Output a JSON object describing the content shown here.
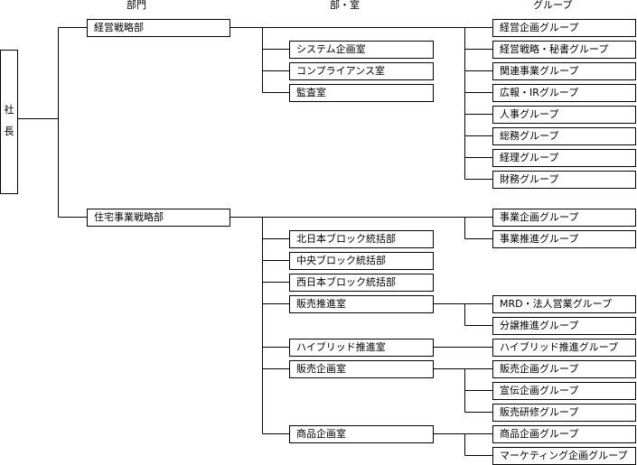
{
  "headers": {
    "divisions": "部門",
    "departments": "部・室",
    "groups": "グループ"
  },
  "president": {
    "char1": "社",
    "char2": "長"
  },
  "divisions": [
    "経営戦略部",
    "住宅事業戦略部"
  ],
  "departments": [
    "システム企画室",
    "コンプライアンス室",
    "監査室",
    "北日本ブロック統括部",
    "中央ブロック統括部",
    "西日本ブロック統括部",
    "販売推進室",
    "ハイブリッド推進室",
    "販売企画室",
    "商品企画室"
  ],
  "groups": [
    "経営企画グループ",
    "経営戦略・秘書グループ",
    "関連事業グループ",
    "広報・IRグループ",
    "人事グループ",
    "総務グループ",
    "経理グループ",
    "財務グループ",
    "事業企画グループ",
    "事業推進グループ",
    "MRD・法人営業グループ",
    "分譲推進グループ",
    "ハイブリッド推進グループ",
    "販売企画グループ",
    "宣伝企画グループ",
    "販売研修グループ",
    "商品企画グループ",
    "マーケティング企画グループ"
  ]
}
